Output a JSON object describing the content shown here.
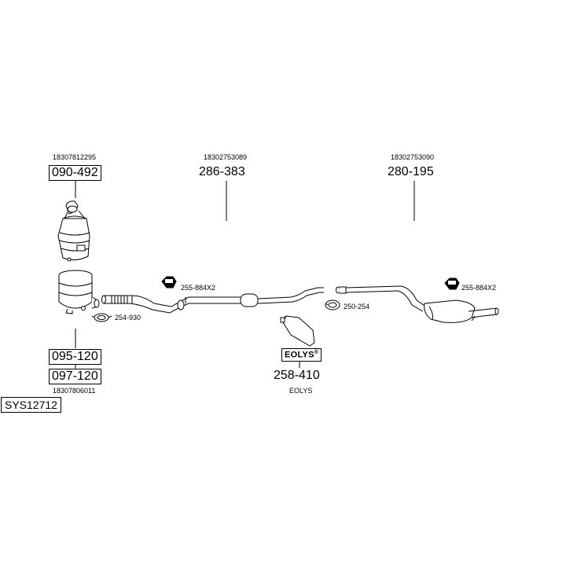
{
  "parts": {
    "catalyst_oe": "18307812295",
    "catalyst_no": "090-492",
    "front_pipe_oe": "18302753089",
    "front_pipe_no": "286-383",
    "rear_silencer_oe": "18302753090",
    "rear_silencer_no": "280-195",
    "dpf_no_1": "095-120",
    "dpf_no_2": "097-120",
    "dpf_oe": "18307806011",
    "eolys_no": "258-410",
    "eolys_name": "EOLYS"
  },
  "accessories": {
    "hanger_left": "255-884X2",
    "hanger_right": "255-884X2",
    "clamp_left": "254-930",
    "clamp_mid": "250-254"
  },
  "eolys_badge": {
    "text": "EOLYS",
    "mark": "®"
  },
  "system_code": "SYS12712"
}
